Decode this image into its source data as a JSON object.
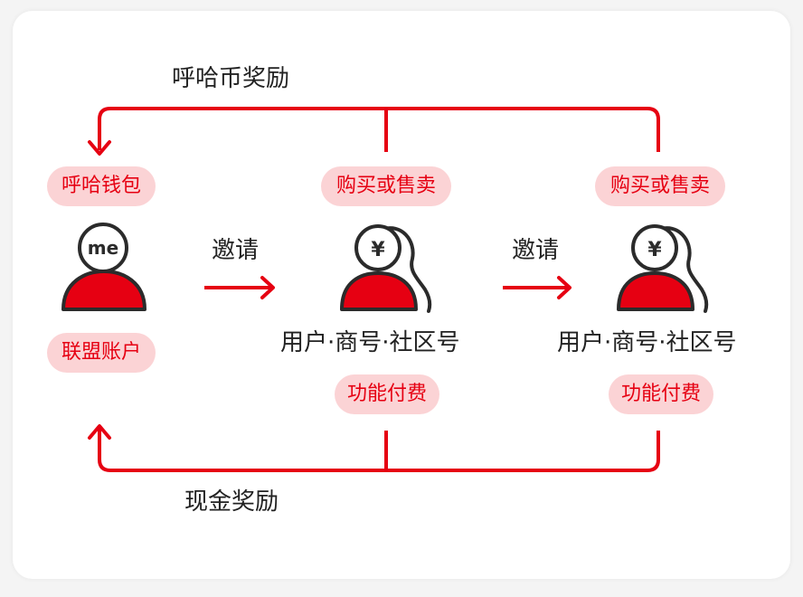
{
  "rewards": {
    "top_label": "呼哈币奖励",
    "bottom_label": "现金奖励"
  },
  "nodes": [
    {
      "avatar_text": "me",
      "top_tag": "呼哈钱包",
      "bottom_tag": "联盟账户"
    },
    {
      "avatar_text": "¥",
      "top_tag": "购买或售卖",
      "name": "用户·商号·社区号",
      "bottom_tag": "功能付费"
    },
    {
      "avatar_text": "¥",
      "top_tag": "购买或售卖",
      "name": "用户·商号·社区号",
      "bottom_tag": "功能付费"
    }
  ],
  "arrows": [
    {
      "label": "邀请"
    },
    {
      "label": "邀请"
    }
  ],
  "colors": {
    "accent": "#e60012",
    "tag_bg": "#fbd3d5",
    "outline": "#2b2b2b"
  }
}
